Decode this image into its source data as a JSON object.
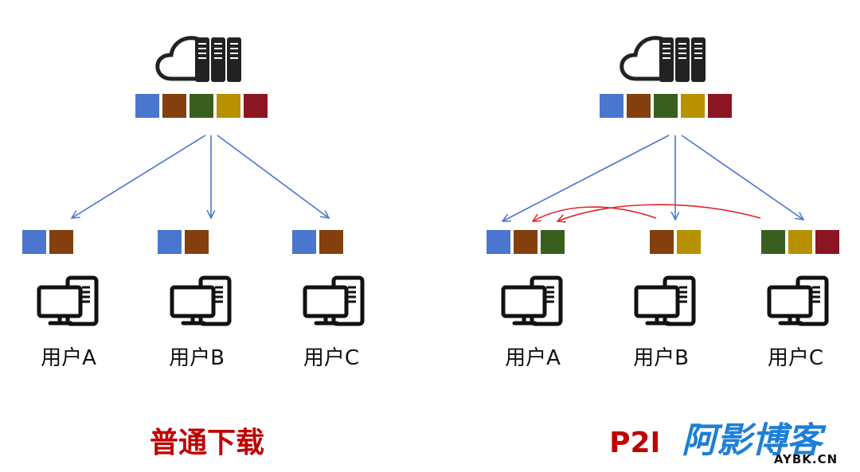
{
  "colors": {
    "blue": "#4a76cf",
    "brown": "#83400e",
    "green": "#395f1f",
    "gold": "#b89100",
    "crimson": "#8a1523",
    "arrow_blue": "#4a74d0",
    "arrow_red": "#e0262c",
    "title_red": "#c00000",
    "icon_dark": "#222222",
    "watermark_blue": "#1e7fd6",
    "watermark_dark": "#111111"
  },
  "server": {
    "icon": "cloud-server-icon",
    "chunks": [
      "blue",
      "brown",
      "green",
      "gold",
      "crimson"
    ]
  },
  "left_panel": {
    "title": "普通下载",
    "users": [
      {
        "label": "用户A",
        "chunks": [
          "blue",
          "brown"
        ]
      },
      {
        "label": "用户B",
        "chunks": [
          "blue",
          "brown"
        ]
      },
      {
        "label": "用户C",
        "chunks": [
          "blue",
          "brown"
        ]
      }
    ]
  },
  "right_panel": {
    "title": "P2P下载",
    "users": [
      {
        "label": "用户A",
        "chunks": [
          "blue",
          "brown",
          "green"
        ]
      },
      {
        "label": "用户B",
        "chunks": [
          "brown",
          "gold"
        ]
      },
      {
        "label": "用户C",
        "chunks": [
          "green",
          "gold",
          "crimson"
        ]
      }
    ]
  },
  "watermark": {
    "main": "阿影博客",
    "sub": "AYBK.CN"
  }
}
